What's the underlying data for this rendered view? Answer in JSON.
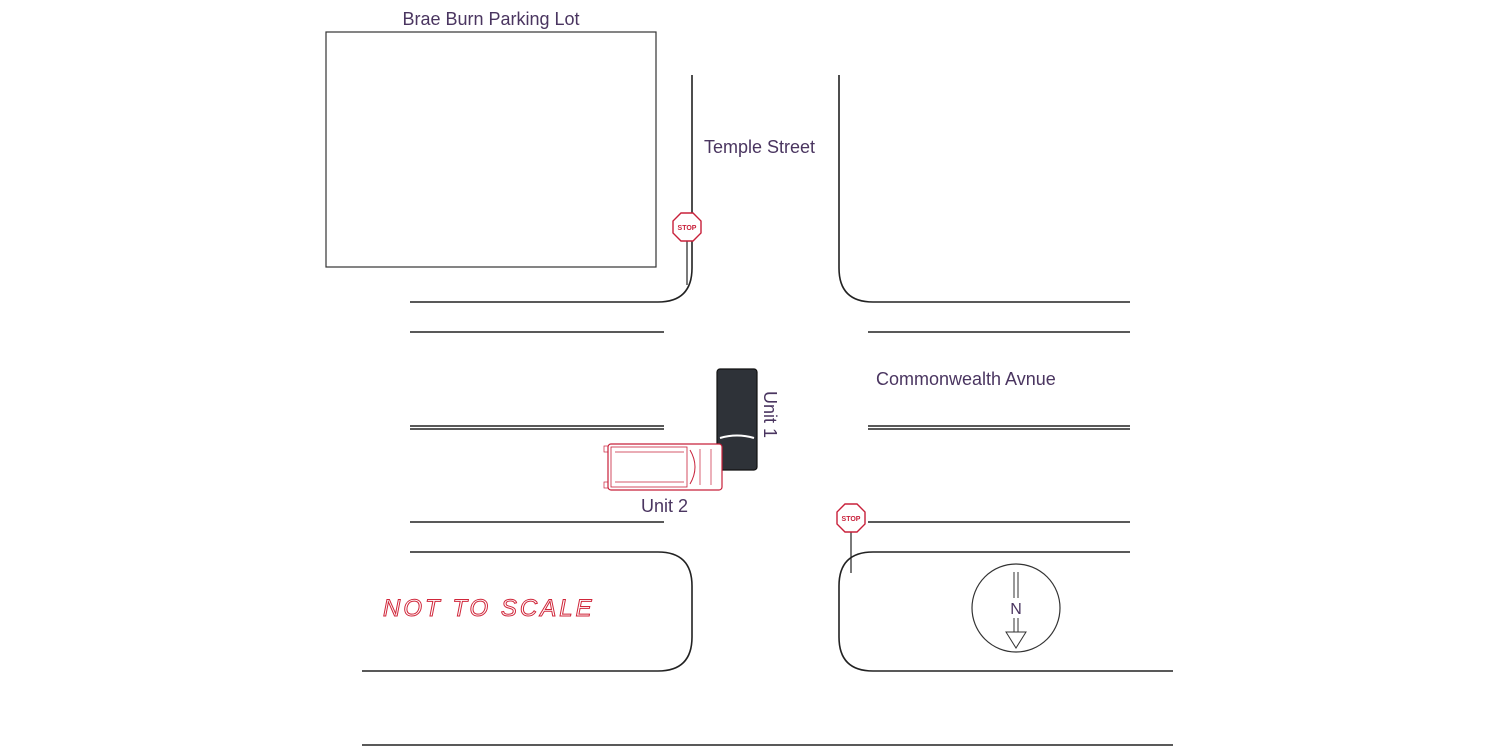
{
  "labels": {
    "parking_lot": "Brae Burn Parking Lot",
    "temple_street": "Temple Street",
    "commonwealth": "Commonwealth Avnue",
    "unit1": "Unit 1",
    "unit2": "Unit 2",
    "not_to_scale": "NOT TO SCALE",
    "north": "N",
    "stop": "STOP"
  },
  "colors": {
    "label_text": "#4a3560",
    "road_lines": "#222222",
    "unit1_fill": "#2e3238",
    "unit2_outline": "#c8203a",
    "stop_sign": "#c8203a"
  }
}
